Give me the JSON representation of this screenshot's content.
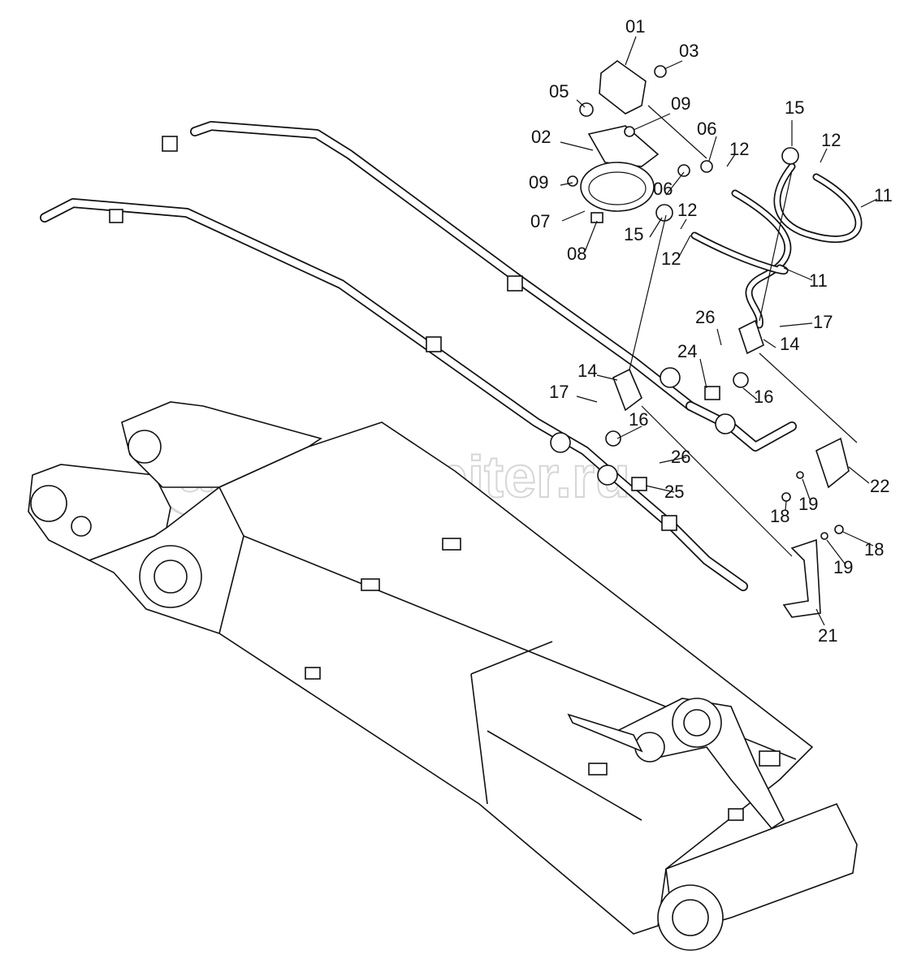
{
  "watermark": {
    "logo": "a",
    "text": "autopiter.ru"
  },
  "labels": [
    "01",
    "03",
    "05",
    "09",
    "02",
    "06",
    "12",
    "15",
    "12",
    "11",
    "09",
    "06",
    "12",
    "07",
    "15",
    "12",
    "08",
    "11",
    "26",
    "17",
    "14",
    "24",
    "14",
    "17",
    "16",
    "16",
    "26",
    "25",
    "22",
    "18",
    "19",
    "19",
    "18",
    "21"
  ]
}
